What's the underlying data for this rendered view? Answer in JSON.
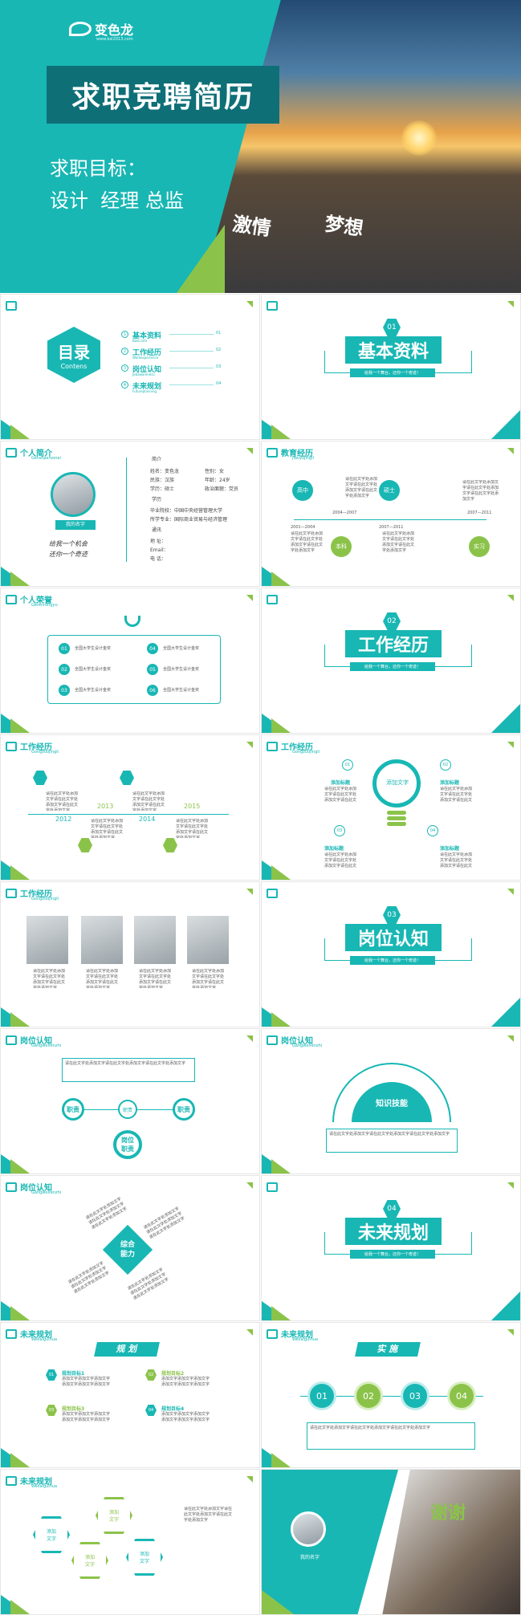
{
  "cover": {
    "brand": "变色龙",
    "brand_sub": "www.bsl2013.com",
    "title": "求职竞聘简历",
    "goal_label": "求职目标：",
    "goal_value": "设计  经理 总监",
    "road_text_1": "激情",
    "road_text_2": "梦想"
  },
  "toc": {
    "title": "目录",
    "title_en": "Contens",
    "items": [
      {
        "num": "1",
        "label": "基本资料",
        "en": "Basicinfo",
        "page": "01"
      },
      {
        "num": "2",
        "label": "工作经历",
        "en": "Workexperience",
        "page": "02"
      },
      {
        "num": "3",
        "label": "岗位认知",
        "en": "Jobawareness",
        "page": "03"
      },
      {
        "num": "4",
        "label": "未来规划",
        "en": "Futureplanning",
        "page": "04"
      }
    ]
  },
  "sections": [
    {
      "num": "01",
      "title": "基本资料",
      "tag": "给我一个舞台，还你一个奇迹！"
    },
    {
      "num": "02",
      "title": "工作经历",
      "tag": "给我一个舞台，还你一个奇迹！"
    },
    {
      "num": "03",
      "title": "岗位认知",
      "tag": "给我一个舞台，还你一个奇迹！"
    },
    {
      "num": "04",
      "title": "未来规划",
      "tag": "给我一个舞台，还你一个奇迹！"
    }
  ],
  "profile": {
    "header": "个人简介",
    "header_en": "Geranpersonal",
    "name_badge": "我的名字",
    "motto_1": "给我一个机会",
    "motto_2": "还你一个奇迹",
    "intro_label": "简介",
    "name_line": "姓名：变色龙",
    "gender_line": "性别：女",
    "origin_line": "民族：汉族",
    "age_line": "年龄：24岁",
    "degree_line": "学历：硕士",
    "politics_line": "政治面貌：党员",
    "edu_label": "学历",
    "school_line": "毕业院校：中国中央经营管理大学",
    "major_line": "所学专业：国际商业贸易与经济管理",
    "contact_label": "通讯",
    "addr_line": "地  址：",
    "email_line": "Email：",
    "phone_line": "电  话："
  },
  "education": {
    "header": "教育经历",
    "header_en": "Jiaoyujingli",
    "stops": [
      {
        "label": "高中",
        "years": "2001—2004"
      },
      {
        "label": "本科",
        "years": "2004—2007"
      },
      {
        "label": "硕士",
        "years": "2007—2011"
      },
      {
        "label": "实习",
        "years": "2007—2011"
      }
    ]
  },
  "honors": {
    "header": "个人荣誉",
    "header_en": "Gerenrongyu",
    "items": [
      {
        "num": "01",
        "text": "全国大学生设计金奖"
      },
      {
        "num": "04",
        "text": "全国大学生设计金奖"
      },
      {
        "num": "02",
        "text": "全国大学生设计金奖"
      },
      {
        "num": "05",
        "text": "全国大学生设计金奖"
      },
      {
        "num": "03",
        "text": "全国大学生设计金奖"
      },
      {
        "num": "06",
        "text": "全国大学生设计金奖"
      }
    ]
  },
  "work_timeline": {
    "header": "工作经历",
    "header_en": "Gongzuojingli",
    "years": [
      "2012",
      "2013",
      "2014",
      "2015"
    ]
  },
  "bulb": {
    "header": "工作经历",
    "header_en": "Gongzuojingli",
    "center": "添加文字",
    "labels": [
      "添加标题",
      "添加标题",
      "添加标题",
      "添加标题"
    ],
    "nums": [
      "01",
      "02",
      "03",
      "04"
    ]
  },
  "photos": {
    "header": "工作经历",
    "header_en": "Gongzuojingli"
  },
  "duty": {
    "header": "岗位认知",
    "header_en": "Gangweirenzhi",
    "left": "职责",
    "mid": "职责",
    "right": "职责",
    "bottom": "岗位\n职责"
  },
  "skills": {
    "header": "岗位认知",
    "header_en": "Gangweirenzhi",
    "title": "知识技能"
  },
  "ability": {
    "header": "岗位认知",
    "header_en": "Gangweirenzhi",
    "center": "综合\n能力"
  },
  "plan": {
    "header": "未来规划",
    "header_en": "Weilaiguihua",
    "banner": "规 划",
    "goals": [
      {
        "num": "01",
        "title": "规划目标1",
        "text": "添加文字添加文字添加文字添加文字添加文字添加文字"
      },
      {
        "num": "02",
        "title": "规划目标2",
        "text": "添加文字添加文字添加文字添加文字添加文字添加文字"
      },
      {
        "num": "03",
        "title": "规划目标3",
        "text": "添加文字添加文字添加文字添加文字添加文字添加文字"
      },
      {
        "num": "04",
        "title": "规划目标4",
        "text": "添加文字添加文字添加文字添加文字添加文字添加文字"
      }
    ]
  },
  "implement": {
    "header": "未来规划",
    "header_en": "Weilaiguihua",
    "banner": "实 施",
    "nums": [
      "01",
      "02",
      "03",
      "04"
    ]
  },
  "hexplan": {
    "header": "未来规划",
    "header_en": "Weilaiguihua",
    "hexes": [
      "添加\n文字",
      "添加\n文字",
      "添加\n文字",
      "添加\n文字"
    ]
  },
  "thanks": {
    "badge": "我的名字",
    "text": "谢谢"
  },
  "filler": "请在此文字处添加文字请在此文字处添加文字请在此文字处添加文字"
}
